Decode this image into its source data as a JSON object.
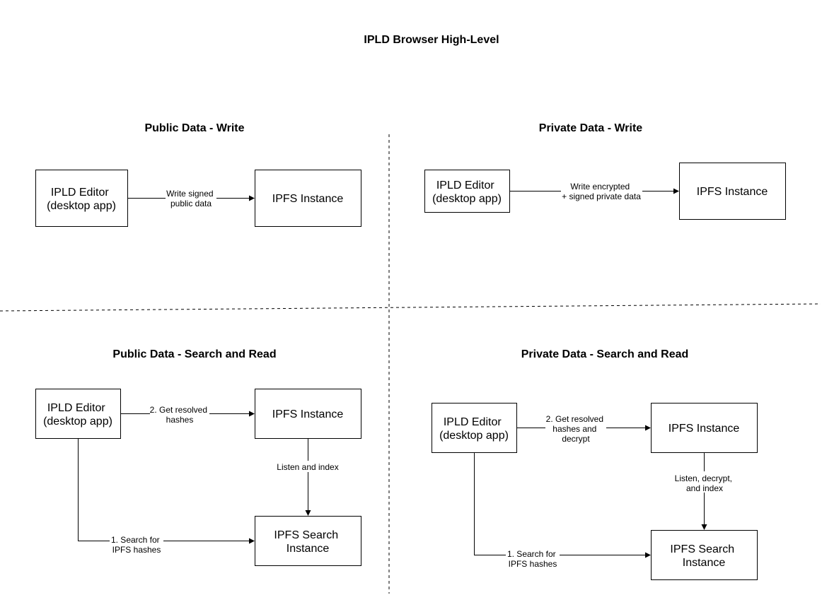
{
  "diagram": {
    "title": "IPLD Browser High-Level",
    "quadrants": [
      {
        "title": "Public Data - Write",
        "editor": [
          "IPLD Editor",
          "(desktop app)"
        ],
        "ipfs": [
          "IPFS Instance"
        ],
        "write_label": [
          "Write signed",
          "public data"
        ]
      },
      {
        "title": "Private Data - Write",
        "editor": [
          "IPLD Editor",
          "(desktop app)"
        ],
        "ipfs": [
          "IPFS Instance"
        ],
        "write_label": [
          "Write encrypted",
          "+ signed private data"
        ]
      },
      {
        "title": "Public Data - Search and Read",
        "editor": [
          "IPLD Editor",
          "(desktop app)"
        ],
        "ipfs": [
          "IPFS Instance"
        ],
        "search_instance": [
          "IPFS Search",
          "Instance"
        ],
        "get_label": [
          "2. Get resolved",
          "hashes"
        ],
        "listen_label": [
          "Listen and index"
        ],
        "search_label": [
          "1. Search for",
          "IPFS hashes"
        ]
      },
      {
        "title": "Private Data - Search and Read",
        "editor": [
          "IPLD Editor",
          "(desktop app)"
        ],
        "ipfs": [
          "IPFS Instance"
        ],
        "search_instance": [
          "IPFS Search",
          "Instance"
        ],
        "get_label": [
          "2. Get resolved",
          "hashes and",
          "decrypt"
        ],
        "listen_label": [
          "Listen, decrypt,",
          "and index"
        ],
        "search_label": [
          "1. Search for",
          "IPFS hashes"
        ]
      }
    ]
  }
}
